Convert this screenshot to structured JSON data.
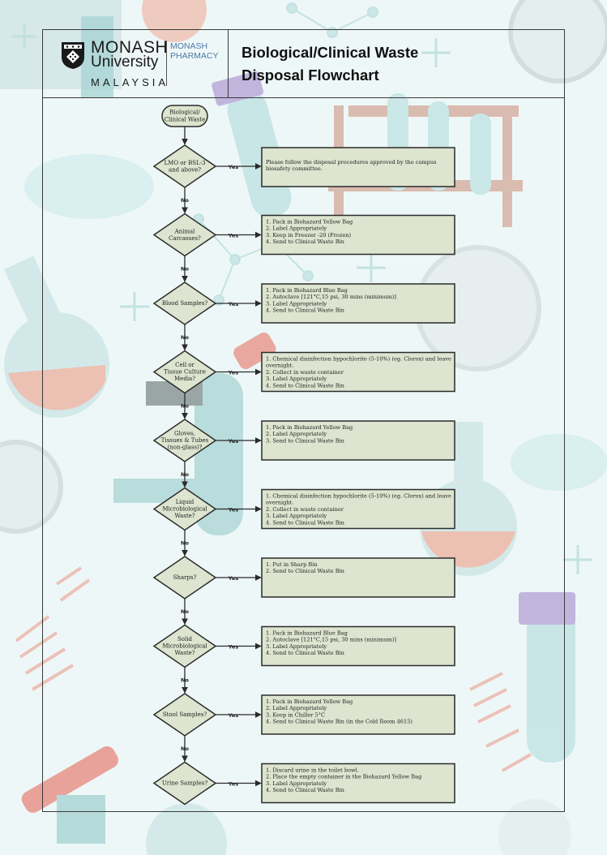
{
  "header": {
    "logo_name": "MONASH",
    "logo_sub": "University",
    "logo_country": "MALAYSIA",
    "pharmacy_line1": "MONASH",
    "pharmacy_line2": "PHARMACY",
    "title_line1": "Biological/Clinical Waste",
    "title_line2": "Disposal Flowchart"
  },
  "colors": {
    "node_fill": "#dde4cf",
    "node_border": "#2b2b2b",
    "background": "#eef7f7",
    "pharmacy_text": "#4a7aa8"
  },
  "flowchart": {
    "start": [
      "Biological/",
      "Clinical Waste"
    ],
    "yes_label": "Yes",
    "no_label": "No",
    "steps": [
      {
        "question": [
          "LMO or BSL-3",
          "and above?"
        ],
        "action": [
          "Please follow the disposal procedures approved by the campus",
          "biosafety committee."
        ]
      },
      {
        "question": [
          "Animal",
          "Carcasses?"
        ],
        "action": [
          "1. Pack in Biohazard Yellow Bag",
          "2. Label Appropriately",
          "3. Keep in Freezer -20 (Frozen)",
          "4. Send to Clinical Waste Bin"
        ]
      },
      {
        "question": [
          "Blood Samples?"
        ],
        "action": [
          "1. Pack in Biohazard Blue Bag",
          "2. Autoclave [121°C,15 psi, 30 mins (minimum)]",
          "3. Label Appropriately",
          "4. Send to Clinical Waste Bin"
        ]
      },
      {
        "question": [
          "Cell or",
          "Tissue Culture",
          "Media?"
        ],
        "action": [
          "1. Chemical disinfection hypochlorite (5-10%) (eg. Clorox) and leave",
          "overnight.",
          "2. Collect in waste container",
          "3. Label Appropriately",
          "4. Send to Clinical Waste Bin"
        ]
      },
      {
        "question": [
          "Gloves,",
          "Tissues & Tubes",
          "(non-glass)?"
        ],
        "action": [
          "1. Pack in Biohazard Yellow Bag",
          "2. Label Appropriately",
          "3. Send to Clinical Waste Bin"
        ]
      },
      {
        "question": [
          "Liquid",
          "Microbiological",
          "Waste?"
        ],
        "action": [
          "1. Chemical disinfection hypochlorite (5-10%) (eg. Clorox) and leave",
          "overnight.",
          "2. Collect in waste container",
          "3. Label Appropriately",
          "4. Send to Clinical Waste Bin"
        ]
      },
      {
        "question": [
          "Sharps?"
        ],
        "action": [
          "1. Put in Sharp Bin",
          "2. Send to Clinical Waste Bin"
        ]
      },
      {
        "question": [
          "Solid",
          "Microbiological",
          "Waste?"
        ],
        "action": [
          "1. Pack in Biohazard Blue Bag",
          "2. Autoclave [121°C,15 psi, 30 mins (minimum)]",
          "3. Label Appropriately",
          "4. Send to Clinical Waste Bin"
        ]
      },
      {
        "question": [
          "Stool Samples?"
        ],
        "action": [
          "1. Pack in Biohazard Yellow Bag",
          "2. Label Appropriately",
          "3. Keep in Chiller 5°C",
          "4. Send to Clinical Waste Bin (in the Cold Room 4615)"
        ]
      },
      {
        "question": [
          "Urine Samples?"
        ],
        "action": [
          "1. Discard urine in the toilet bowl.",
          "2. Place the empty container in the Biohazard Yellow Bag",
          "3. Label Appropriately",
          "4. Send to Clinical Waste Bin"
        ]
      }
    ]
  }
}
